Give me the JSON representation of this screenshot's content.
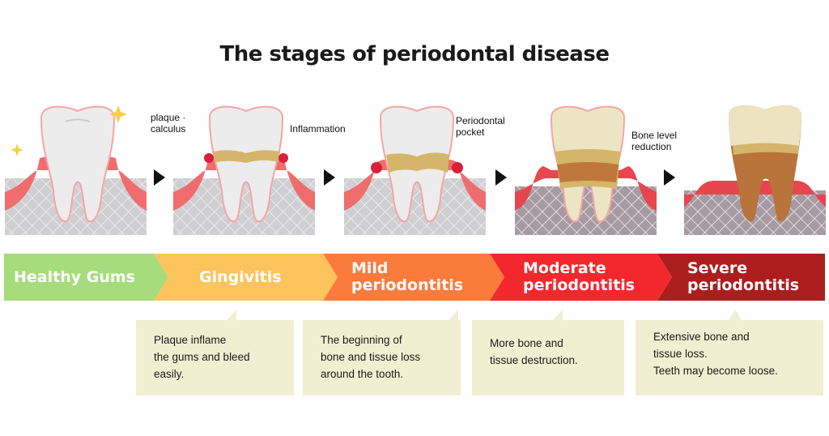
{
  "title": "The stages of periodontal disease",
  "annotations": {
    "plaque_line1": "plaque ·",
    "plaque_line2": "calculus",
    "inflammation": "Inflammation",
    "pocket_line1": "Periodontal",
    "pocket_line2": "pocket",
    "bone_line1": "Bone level",
    "bone_line2": "reduction"
  },
  "stages": [
    {
      "name": "Healthy Gums",
      "line1": "Healthy Gums",
      "line2": "",
      "color": "#a6dc7c"
    },
    {
      "name": "Gingivitis",
      "line1": "Gingivitis",
      "line2": "",
      "color": "#fdc35c"
    },
    {
      "name": "Mild periodontitis",
      "line1": "Mild",
      "line2": "periodontitis",
      "color": "#fb7b3c"
    },
    {
      "name": "Moderate periodontitis",
      "line1": "Moderate",
      "line2": "periodontitis",
      "color": "#f3282e"
    },
    {
      "name": "Severe periodontitis",
      "line1": "Severe",
      "line2": "periodontitis",
      "color": "#ac1e1e"
    }
  ],
  "descriptions": [
    {
      "line1": "Plaque inflame",
      "line2": "the gums and bleed",
      "line3": "easily."
    },
    {
      "line1": "The beginning of",
      "line2": "bone and tissue loss",
      "line3": "around the tooth."
    },
    {
      "line1": "More bone and",
      "line2": "tissue destruction.",
      "line3": ""
    },
    {
      "line1": "Extensive bone and",
      "line2": "tissue loss.",
      "line3": "Teeth may become loose."
    }
  ]
}
